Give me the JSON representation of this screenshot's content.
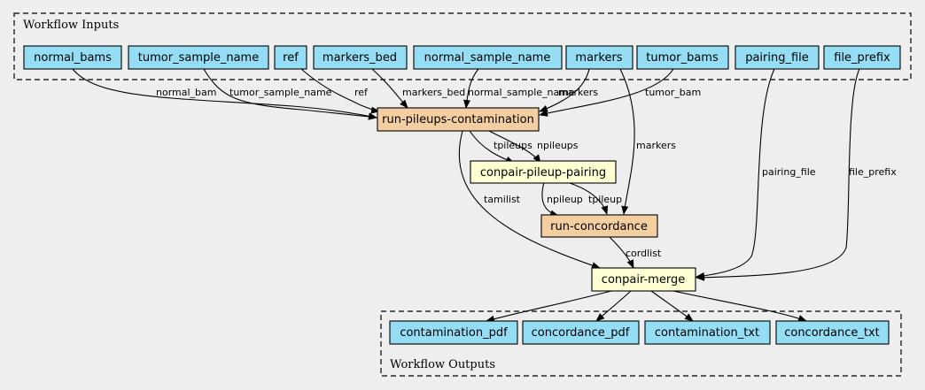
{
  "clusters": {
    "inputs": "Workflow Inputs",
    "outputs": "Workflow Outputs"
  },
  "colors": {
    "io_node": "#94ddf4",
    "tool_node": "#f3cea1",
    "subworkflow_node": "#ffffd3",
    "background": "#eeeeee"
  },
  "inputs": {
    "normal_bams": "normal_bams",
    "tumor_sample_name": "tumor_sample_name",
    "ref": "ref",
    "markers_bed": "markers_bed",
    "normal_sample_name": "normal_sample_name",
    "markers": "markers",
    "tumor_bams": "tumor_bams",
    "pairing_file": "pairing_file",
    "file_prefix": "file_prefix"
  },
  "steps": {
    "run_pileups_contamination": "run-pileups-contamination",
    "conpair_pileup_pairing": "conpair-pileup-pairing",
    "run_concordance": "run-concordance",
    "conpair_merge": "conpair-merge"
  },
  "outputs": {
    "contamination_pdf": "contamination_pdf",
    "concordance_pdf": "concordance_pdf",
    "contamination_txt": "contamination_txt",
    "concordance_txt": "concordance_txt"
  },
  "edge_labels": {
    "normal_bam": "normal_bam",
    "tumor_sample_name": "tumor_sample_name",
    "ref": "ref",
    "markers_bed": "markers_bed",
    "normal_sample_name": "normal_sample_name",
    "markers_1": "markers",
    "tumor_bam": "tumor_bam",
    "markers_2": "markers",
    "tpileups": "tpileups",
    "npileups": "npileups",
    "npileup": "npileup",
    "tpileup": "tpileup",
    "tamilist": "tamilist",
    "cordlist": "cordlist",
    "pairing_file": "pairing_file",
    "file_prefix": "file_prefix"
  }
}
